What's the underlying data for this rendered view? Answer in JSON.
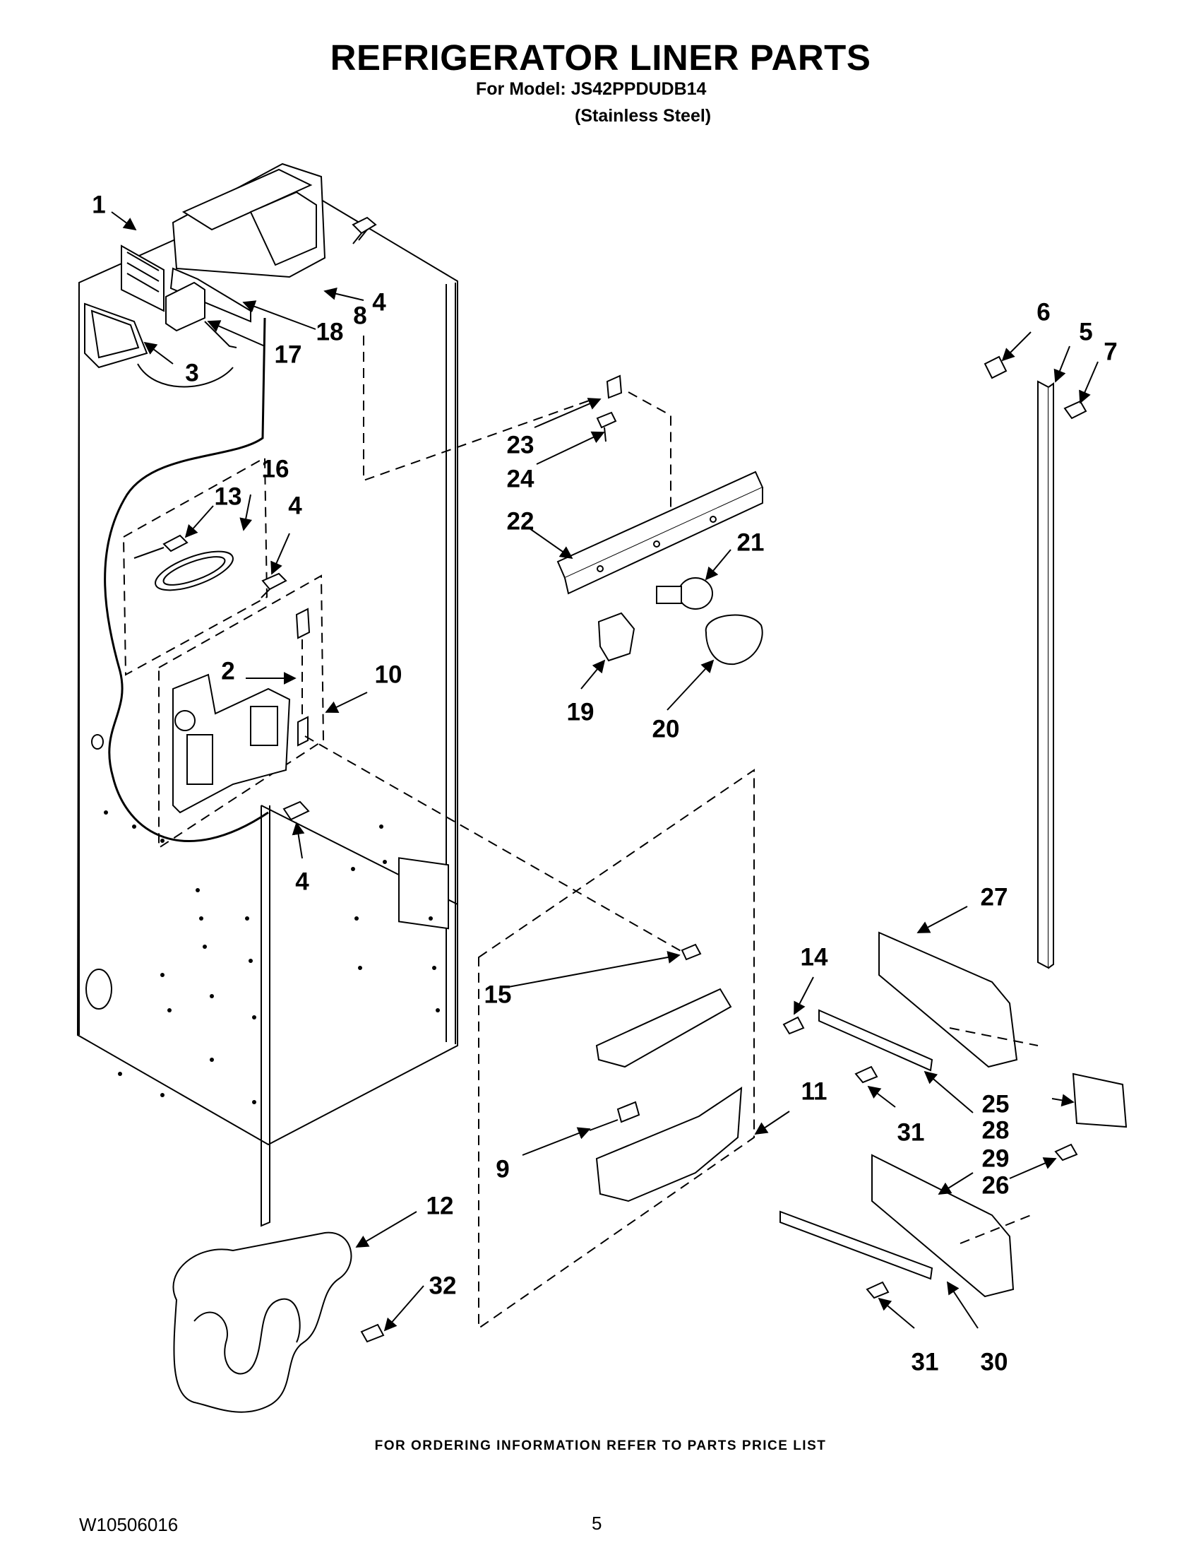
{
  "header": {
    "title": "REFRIGERATOR LINER PARTS",
    "model_line": "For Model: JS42PPDUDB14",
    "variant": "(Stainless Steel)"
  },
  "callouts": [
    {
      "id": "c1",
      "label": "1"
    },
    {
      "id": "c4a",
      "label": "4"
    },
    {
      "id": "c8",
      "label": "8"
    },
    {
      "id": "c18",
      "label": "18"
    },
    {
      "id": "c17",
      "label": "17"
    },
    {
      "id": "c3",
      "label": "3"
    },
    {
      "id": "c16",
      "label": "16"
    },
    {
      "id": "c13",
      "label": "13"
    },
    {
      "id": "c4b",
      "label": "4"
    },
    {
      "id": "c2",
      "label": "2"
    },
    {
      "id": "c10",
      "label": "10"
    },
    {
      "id": "c4c",
      "label": "4"
    },
    {
      "id": "c23",
      "label": "23"
    },
    {
      "id": "c24",
      "label": "24"
    },
    {
      "id": "c22",
      "label": "22"
    },
    {
      "id": "c21",
      "label": "21"
    },
    {
      "id": "c19",
      "label": "19"
    },
    {
      "id": "c20",
      "label": "20"
    },
    {
      "id": "c6",
      "label": "6"
    },
    {
      "id": "c5",
      "label": "5"
    },
    {
      "id": "c7",
      "label": "7"
    },
    {
      "id": "c27",
      "label": "27"
    },
    {
      "id": "c14",
      "label": "14"
    },
    {
      "id": "c15",
      "label": "15"
    },
    {
      "id": "c25",
      "label": "25"
    },
    {
      "id": "c28",
      "label": "28"
    },
    {
      "id": "c31a",
      "label": "31"
    },
    {
      "id": "c11",
      "label": "11"
    },
    {
      "id": "c9",
      "label": "9"
    },
    {
      "id": "c29",
      "label": "29"
    },
    {
      "id": "c26",
      "label": "26"
    },
    {
      "id": "c12",
      "label": "12"
    },
    {
      "id": "c32",
      "label": "32"
    },
    {
      "id": "c31b",
      "label": "31"
    },
    {
      "id": "c30",
      "label": "30"
    }
  ],
  "footer": {
    "ordering_note": "FOR ORDERING INFORMATION REFER TO PARTS PRICE LIST",
    "doc_number": "W10506016",
    "page_number": "5"
  }
}
